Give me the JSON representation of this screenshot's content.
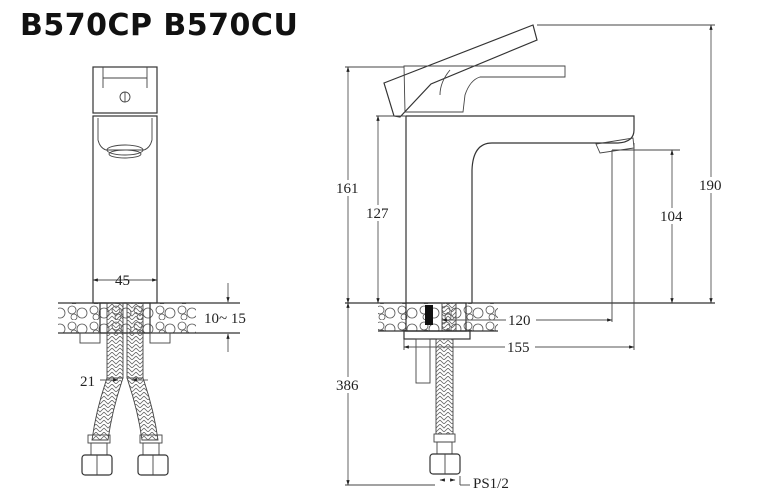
{
  "title": "B570CP B570CU",
  "front_view": {
    "body_width": "45",
    "deck_thickness": "10~ 15",
    "hose_spacing": "21"
  },
  "side_view": {
    "total_height_below": "386",
    "height_161": "161",
    "height_127": "127",
    "spout_height": "104",
    "total_height": "190",
    "spout_reach": "120",
    "overall_depth": "155",
    "connection_thread": "PS1/2"
  }
}
